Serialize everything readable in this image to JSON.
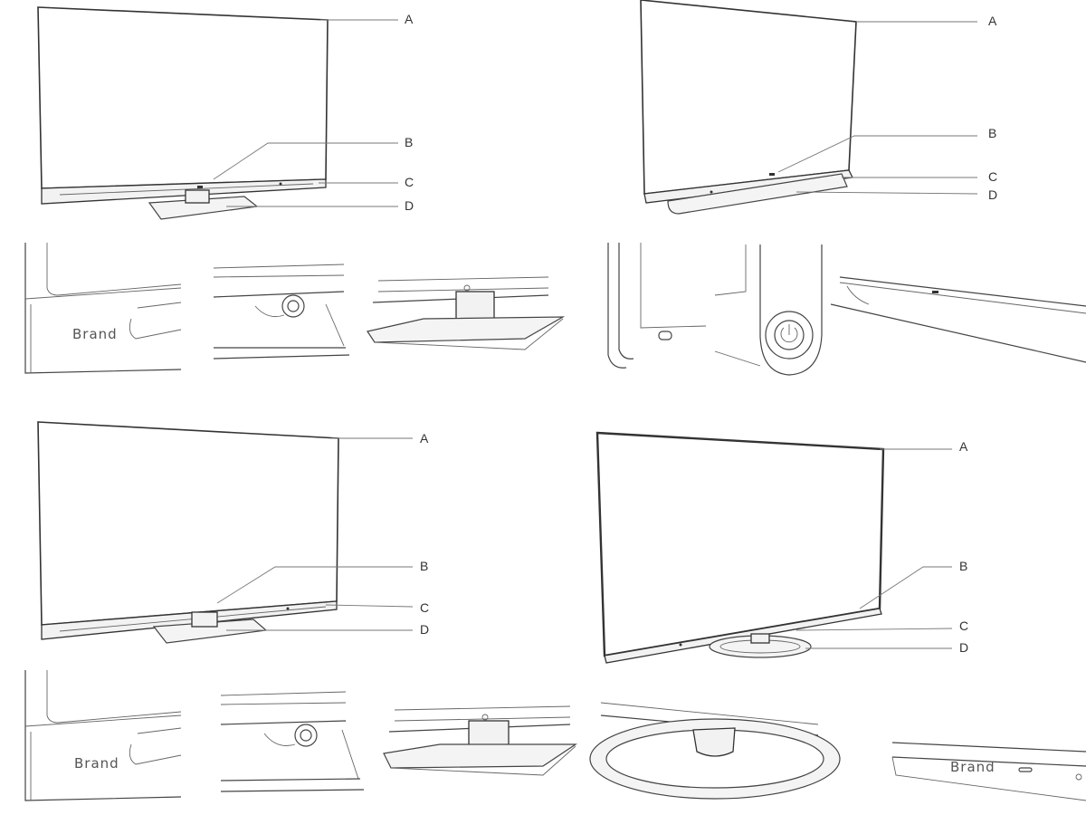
{
  "sheet": {
    "background": "#ffffff",
    "line_color": "#444444"
  },
  "concepts": [
    {
      "id": "concept-1",
      "labels": [
        "A",
        "B",
        "C",
        "D"
      ],
      "detail_brand_text": "Brand"
    },
    {
      "id": "concept-2",
      "labels": [
        "A",
        "B",
        "C",
        "D"
      ]
    },
    {
      "id": "concept-3",
      "labels": [
        "A",
        "B",
        "C",
        "D"
      ],
      "detail_brand_text": "Brand"
    },
    {
      "id": "concept-4",
      "labels": [
        "A",
        "B",
        "C",
        "D"
      ],
      "detail_brand_text": "Brand"
    }
  ]
}
